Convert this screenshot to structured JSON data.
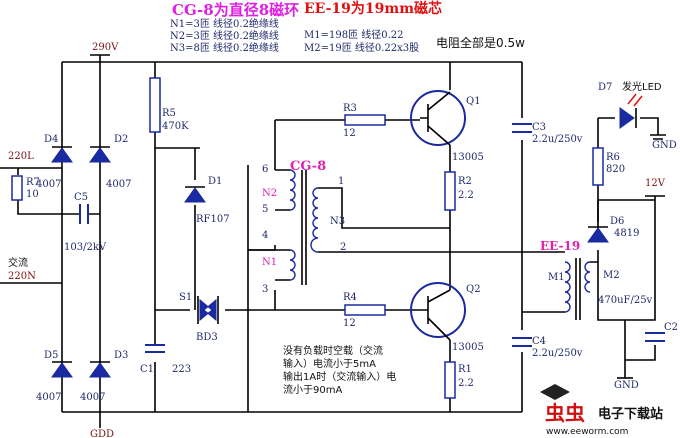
{
  "header": {
    "cg8_title": "CG-8为直径8磁环",
    "n1": "N1=3匝  线径0.2绝缘线",
    "n2": "N2=3匝  线径0.2绝缘线",
    "n3": "N3=8匝  线径0.2绝缘线",
    "ee19_title": "EE-19为19mm磁芯",
    "m1": "M1=198匝  线径0.22",
    "m2": "M2=19匝   线径0.22x3股",
    "resistor_note": "电阻全部是0.5w"
  },
  "labels": {
    "v290": "290V",
    "gdd": "GDD",
    "l220": "220L",
    "r7": "R7",
    "r7v": "10",
    "d4": "D4",
    "d2": "D2",
    "d5": "D5",
    "d3": "D3",
    "d4v": "4007",
    "d2v": "4007",
    "d5v": "4007",
    "d3v": "4007",
    "c5": "C5",
    "c5v": "103/2kV",
    "ac": "交流",
    "n220": "220N",
    "r5": "R5",
    "r5v": "470K",
    "d1": "D1",
    "d1v": "RF107",
    "s1": "S1",
    "bd3": "BD3",
    "c1": "C1",
    "c1v": "223",
    "cg8": "CG-8",
    "n1l": "N1",
    "n2l": "N2",
    "n3l": "N3",
    "p6": "6",
    "p5": "5",
    "p4": "4",
    "p3": "3",
    "p1": "1",
    "p2": "2",
    "r3": "R3",
    "r3v": "12",
    "r4": "R4",
    "r4v": "12",
    "q1": "Q1",
    "q1v": "13005",
    "q2": "Q2",
    "q2v": "13005",
    "r2": "R2",
    "r2v": "2.2",
    "r1": "R1",
    "r1v": "2.2",
    "c3": "C3",
    "c3v": "2.2u/250v",
    "c4": "C4",
    "c4v": "2.2u/250v",
    "ee19": "EE-19",
    "m1l": "M1",
    "m2l": "M2",
    "d7": "D7",
    "led": "发光LED",
    "gnd1": "GND",
    "gnd2": "GND",
    "r6": "R6",
    "r6v": "820",
    "v12": "12V",
    "d6": "D6",
    "d6v": "4819",
    "c2v": "470uF/25v",
    "c2": "C2"
  },
  "note": {
    "line1": "没有负载时空载（交流",
    "line2": " 输入）电流小于5mA",
    "line3": "输出1A时（交流输入）电",
    "line4": "流小于90mA"
  },
  "watermark": {
    "name": "电子下载站",
    "url": "www.eeworm.com"
  }
}
